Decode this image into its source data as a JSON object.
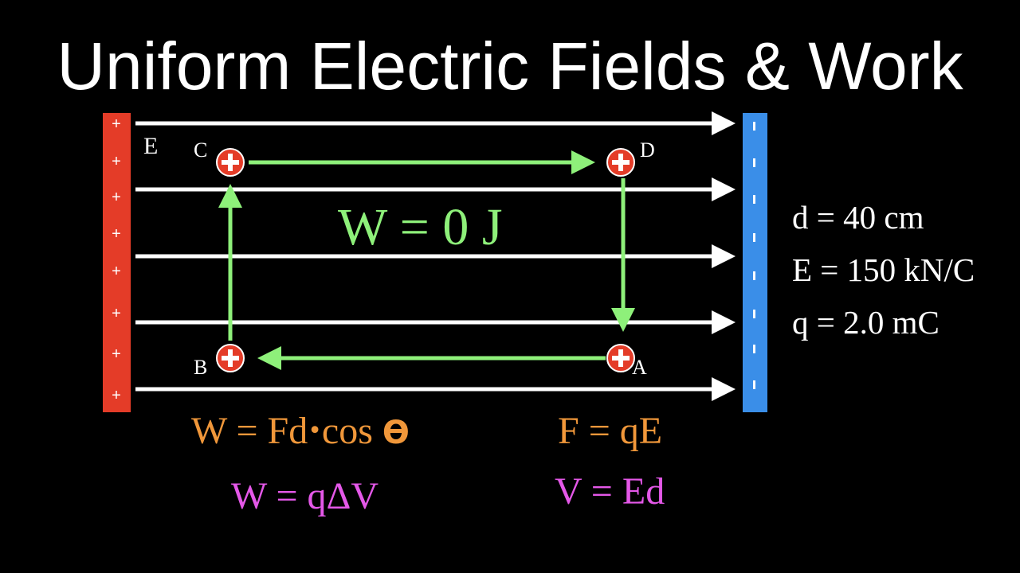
{
  "title": "Uniform Electric Fields & Work",
  "colors": {
    "background": "#000000",
    "positive_plate": "#e43c28",
    "negative_plate": "#3a8ee8",
    "field_lines": "#ffffff",
    "path": "#8ef07a",
    "charge": "#e43c28",
    "formula_orange": "#f0973a",
    "formula_magenta": "#e458e8"
  },
  "diagram": {
    "field_label": "E",
    "plate_positive_symbol": "+",
    "plate_negative_symbol": "-",
    "charge_symbol": "+",
    "points": {
      "a": "A",
      "b": "B",
      "c": "C",
      "d": "D"
    },
    "work_label": "W = 0 J"
  },
  "givens": {
    "distance": "d = 40 cm",
    "field": "E = 150 kN/C",
    "charge": "q = 2.0 mC"
  },
  "formulas": {
    "work_force": {
      "lhs": "W = Fd",
      "dot": "•",
      "cos": "cos",
      "theta": "ϴ"
    },
    "force": "F = qE",
    "work_potential": "W = qΔV",
    "potential": "V = Ed"
  }
}
